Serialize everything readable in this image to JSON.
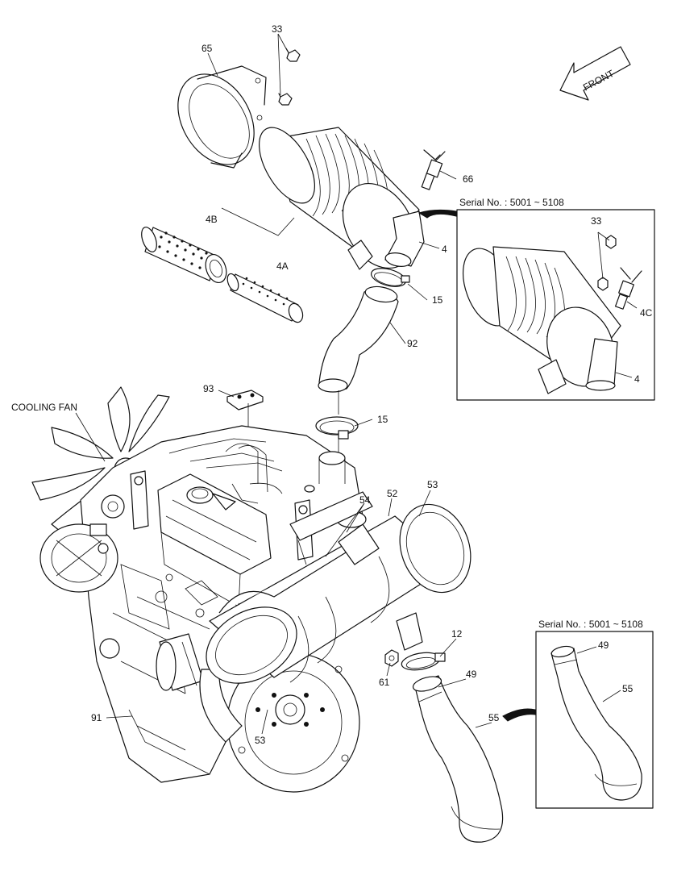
{
  "orientation": {
    "arrow_label": "FRONT",
    "icon": "front-direction-arrow-icon"
  },
  "callouts": {
    "c33_top": "33",
    "c65": "65",
    "c66": "66",
    "c4b": "4B",
    "c4a": "4A",
    "c4": "4",
    "c15_upper": "15",
    "c92": "92",
    "c93": "93",
    "c15_lower": "15",
    "c54": "54",
    "c52": "52",
    "c53_right": "53",
    "c12": "12",
    "c61": "61",
    "c49": "49",
    "c55": "55",
    "c91": "91",
    "c53_bottom": "53"
  },
  "labels": {
    "cooling_fan": "COOLING FAN"
  },
  "inset_top": {
    "serial": "Serial No.  : 5001 ~ 5108",
    "c33": "33",
    "c4c": "4C",
    "c4": "4"
  },
  "inset_bottom": {
    "serial": "Serial No.  : 5001 ~ 5108",
    "c49": "49",
    "c55": "55"
  }
}
